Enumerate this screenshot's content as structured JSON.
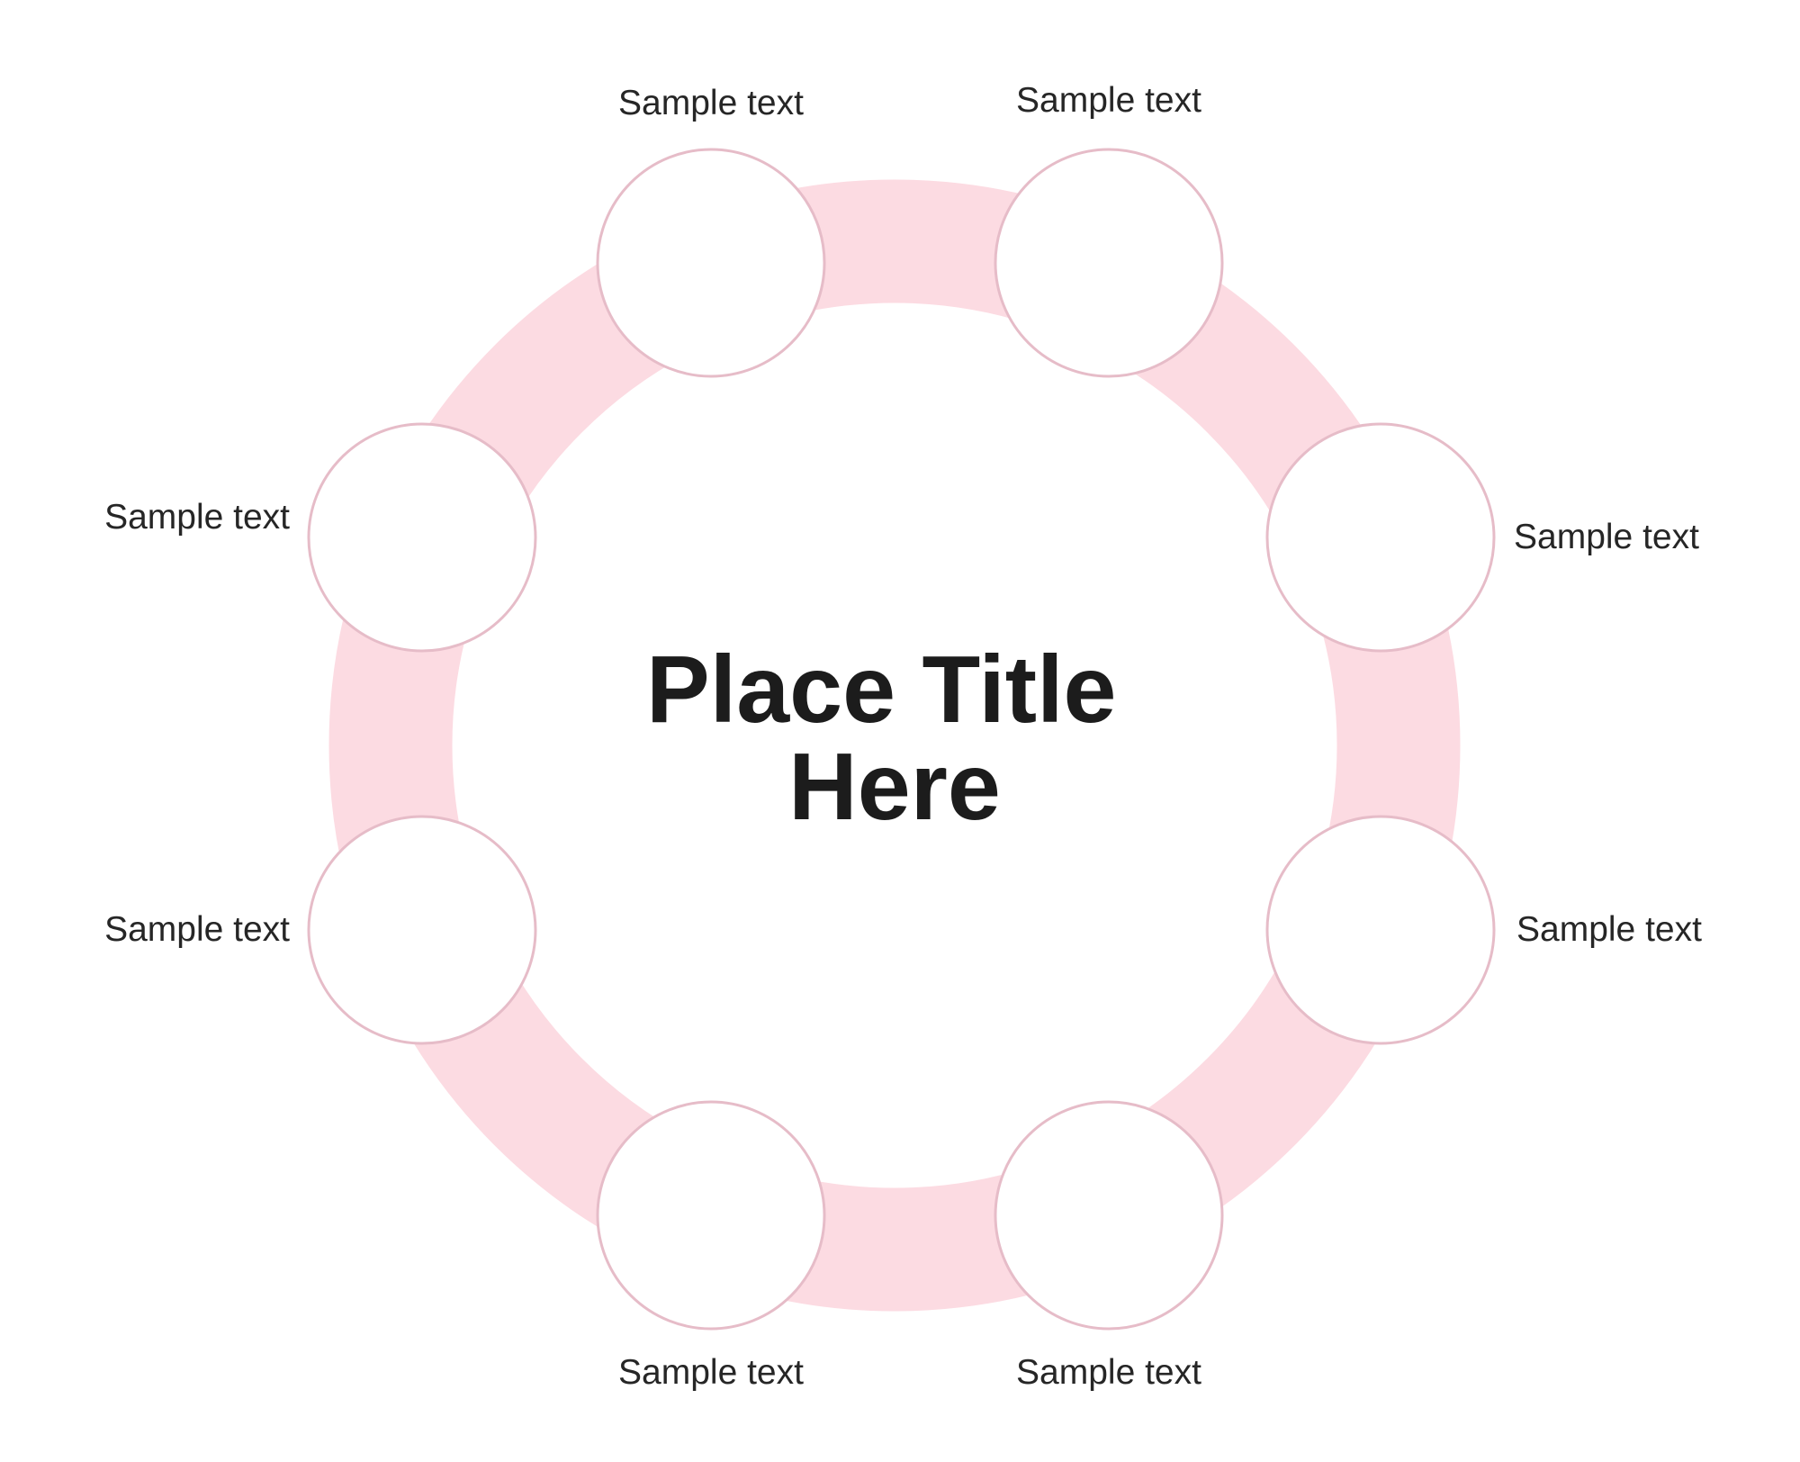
{
  "title": {
    "line1": "Place Title",
    "line2": "Here"
  },
  "nodes": [
    {
      "label": "Sample text"
    },
    {
      "label": "Sample text"
    },
    {
      "label": "Sample text"
    },
    {
      "label": "Sample text"
    },
    {
      "label": "Sample text"
    },
    {
      "label": "Sample text"
    },
    {
      "label": "Sample text"
    },
    {
      "label": "Sample text"
    }
  ],
  "colors": {
    "ring": "#fcdbe2",
    "node_fill": "#ffffff",
    "node_stroke": "#e6bcc8",
    "text": "#262626",
    "title": "#1c1c1c"
  }
}
